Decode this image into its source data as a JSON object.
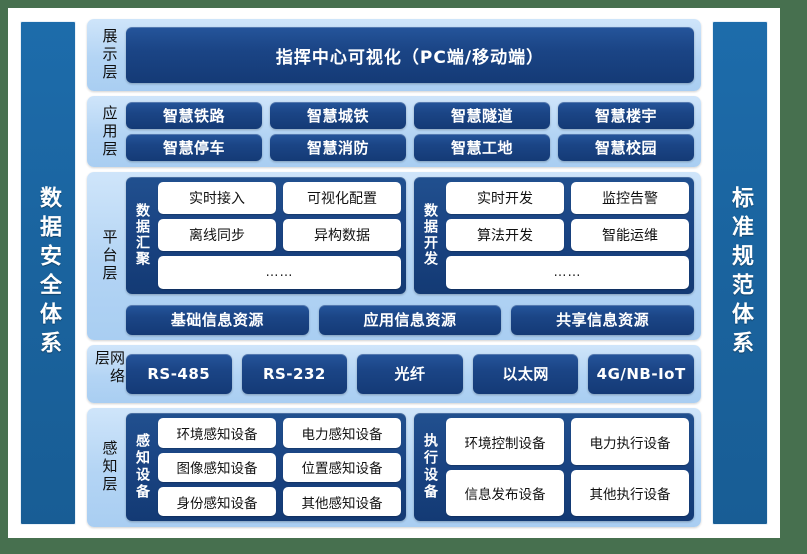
{
  "colors": {
    "page_background": "#47704f",
    "canvas_background": "#ffffff",
    "banner_blue": "#1a639e",
    "layer_panel_blue": "#b3d4f4",
    "pill_navy": "#1b4586",
    "cell_white": "#ffffff"
  },
  "left_banner": {
    "label": "数据安全体系"
  },
  "right_banner": {
    "label": "标准规范体系"
  },
  "layers": {
    "display": {
      "label": "展示层",
      "banner": "指挥中心可视化（PC端/移动端）"
    },
    "application": {
      "label": "应用层",
      "row1": [
        "智慧铁路",
        "智慧城铁",
        "智慧隧道",
        "智慧楼宇"
      ],
      "row2": [
        "智慧停车",
        "智慧消防",
        "智慧工地",
        "智慧校园"
      ]
    },
    "platform": {
      "label": "平台层",
      "groups": [
        {
          "title": "数据汇聚",
          "row1": [
            "实时接入",
            "可视化配置"
          ],
          "row2": [
            "离线同步",
            "异构数据"
          ],
          "row3": "……"
        },
        {
          "title": "数据开发",
          "row1": [
            "实时开发",
            "监控告警"
          ],
          "row2": [
            "算法开发",
            "智能运维"
          ],
          "row3": "……"
        }
      ],
      "resources": [
        "基础信息资源",
        "应用信息资源",
        "共享信息资源"
      ]
    },
    "network": {
      "label": "网络层",
      "items": [
        "RS-485",
        "RS-232",
        "光纤",
        "以太网",
        "4G/NB-IoT"
      ]
    },
    "perception": {
      "label": "感知层",
      "groups": [
        {
          "title": "感知设备",
          "row1": [
            "环境感知设备",
            "电力感知设备"
          ],
          "row2": [
            "图像感知设备",
            "位置感知设备"
          ],
          "row3": [
            "身份感知设备",
            "其他感知设备"
          ]
        },
        {
          "title": "执行设备",
          "row1": [
            "环境控制设备",
            "电力执行设备"
          ],
          "row2": [
            "信息发布设备",
            "其他执行设备"
          ]
        }
      ]
    }
  }
}
